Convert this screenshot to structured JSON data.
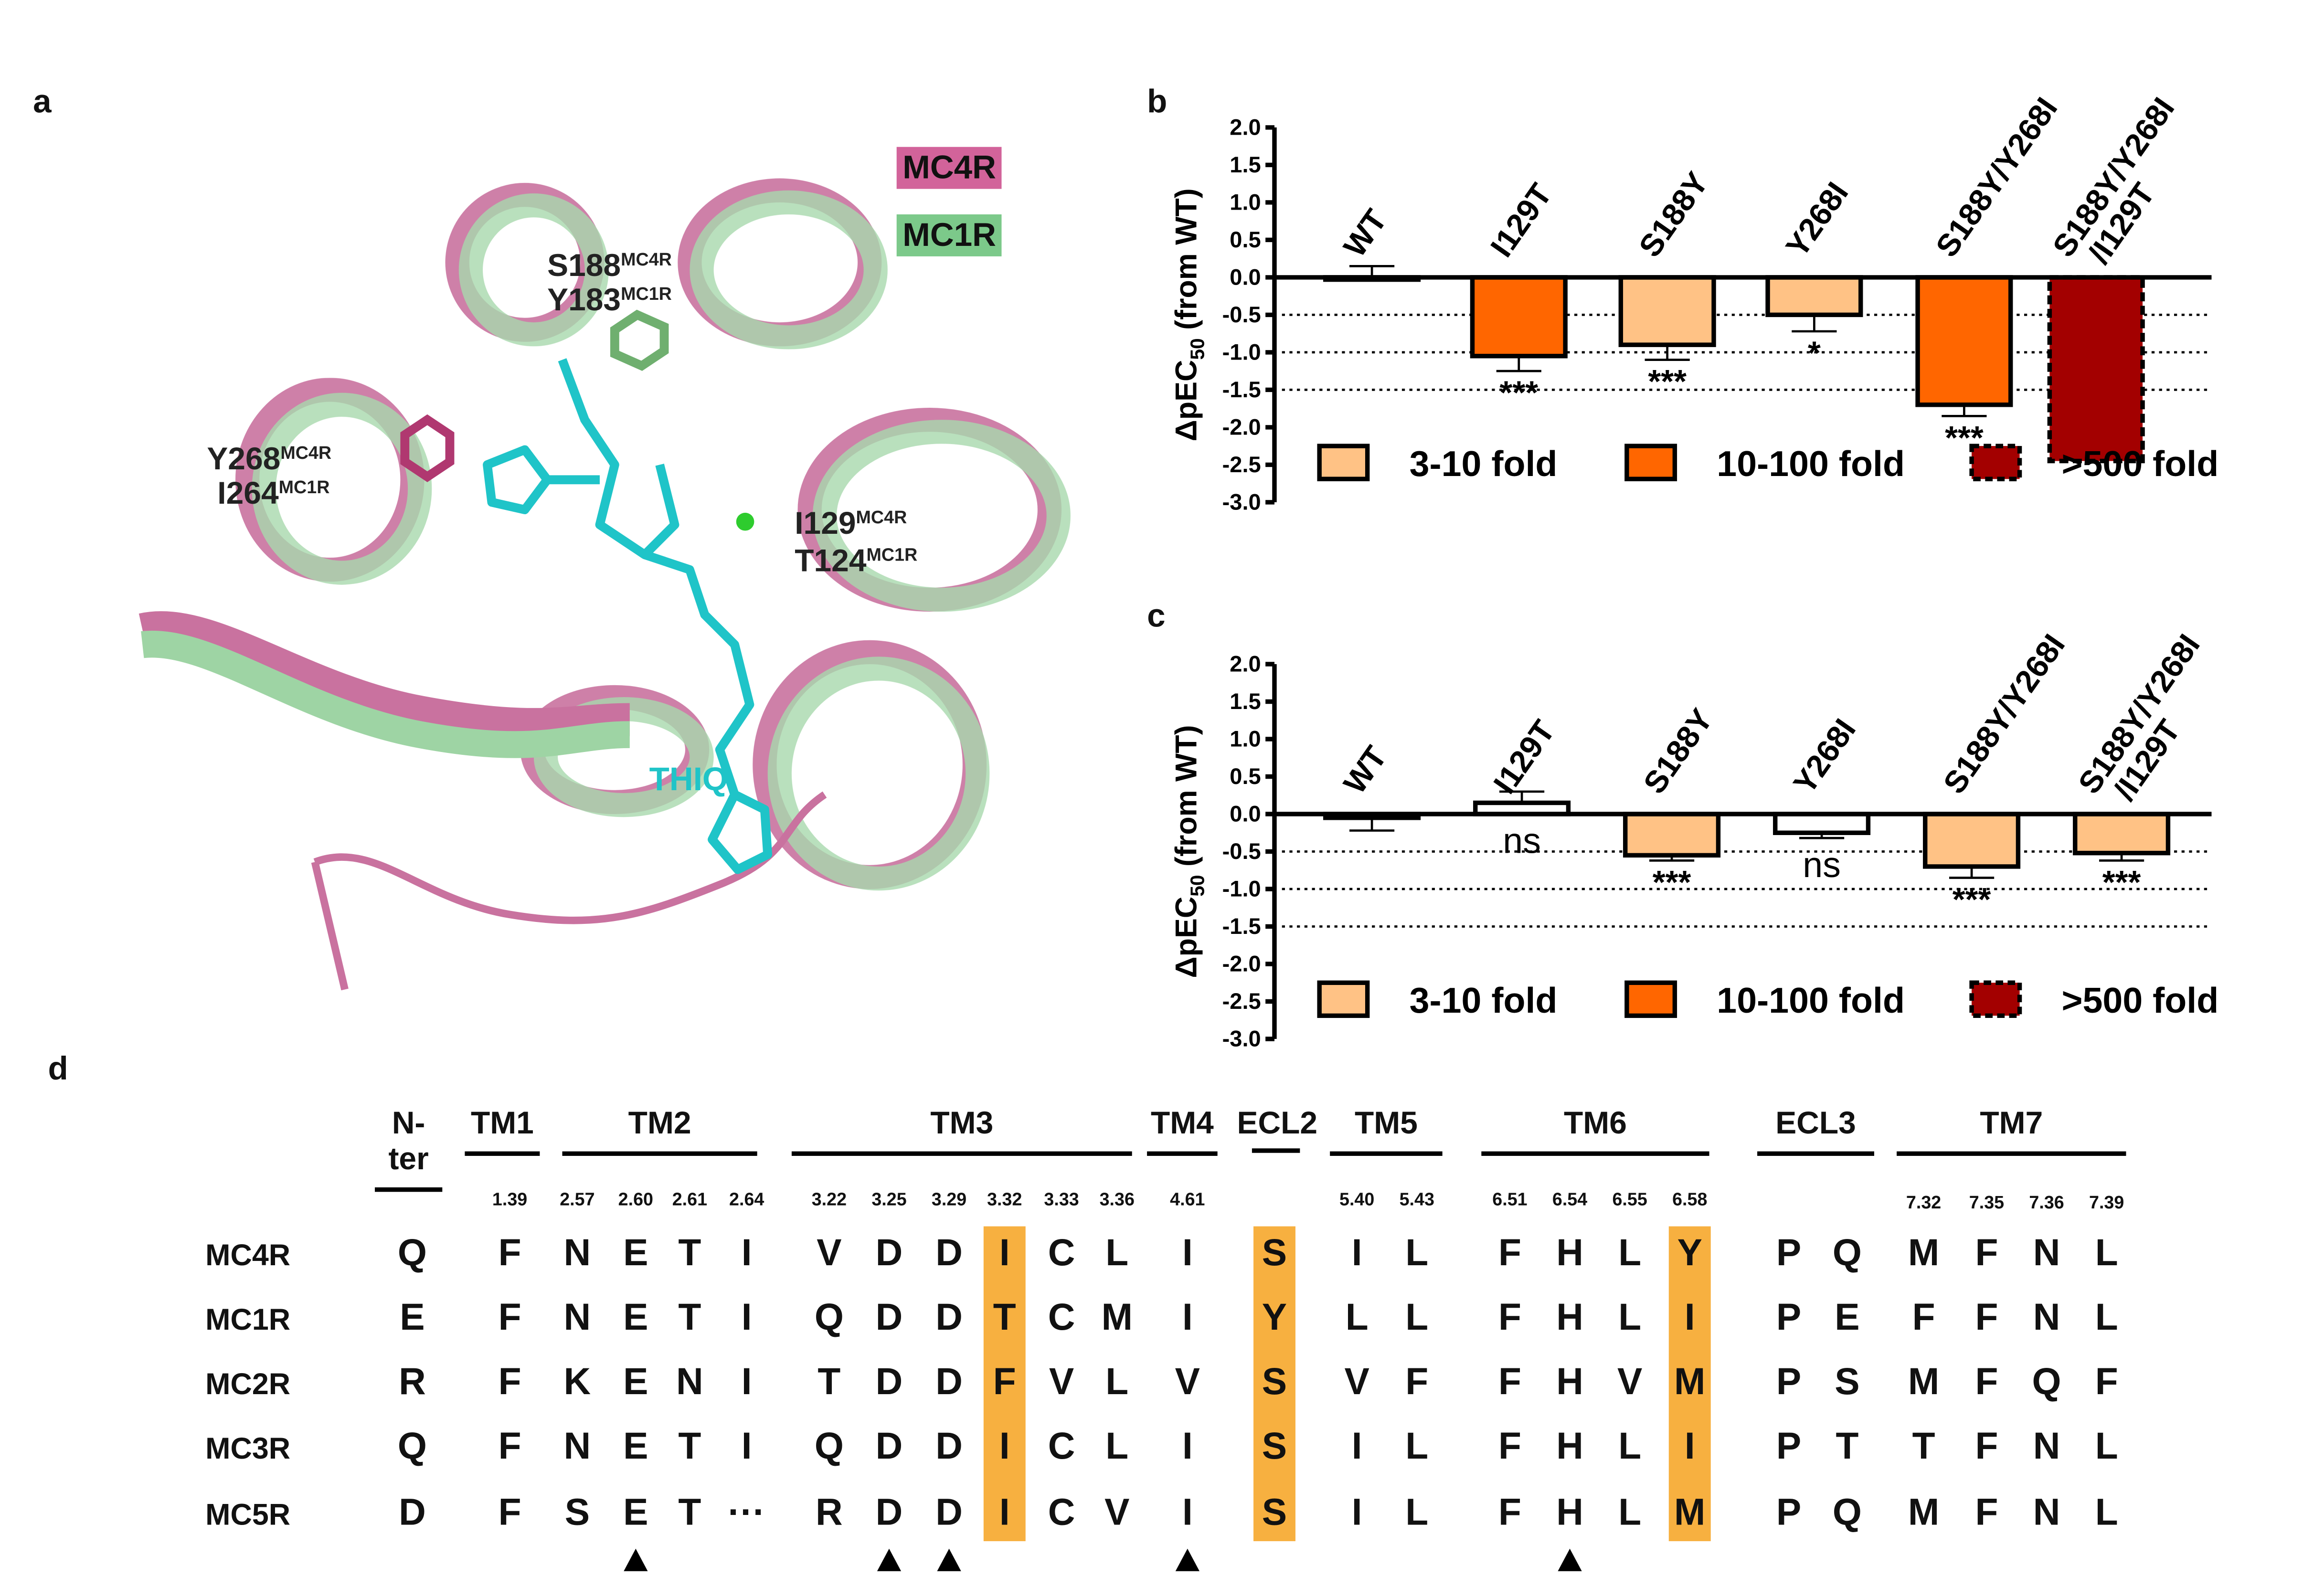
{
  "panels": {
    "a": "a",
    "b": "b",
    "c": "c",
    "d": "d"
  },
  "panel_a": {
    "legend": [
      {
        "label": "MC4R",
        "color": "#D2639A"
      },
      {
        "label": "MC1R",
        "color": "#7CC98A"
      }
    ],
    "residues": [
      {
        "main": "S188",
        "sup": "MC4R"
      },
      {
        "main": "Y183",
        "sup": "MC1R"
      },
      {
        "main": "Y268",
        "sup": "MC4R"
      },
      {
        "main": "I264",
        "sup": "MC1R"
      },
      {
        "main": "I129",
        "sup": "MC4R"
      },
      {
        "main": "T124",
        "sup": "MC1R"
      }
    ],
    "ligand_label": "THIQ",
    "colors": {
      "mc4r": "#C9729F",
      "mc1r": "#9ED4A4",
      "ligand": "#1FC4C8"
    }
  },
  "chart_data": [
    {
      "type": "bar",
      "panel": "b",
      "ylabel": "ΔpEC50 (from WT)",
      "ylim": [
        -3.0,
        2.0
      ],
      "yticks": [
        "2.0",
        "1.5",
        "1.0",
        "0.5",
        "0.0",
        "-0.5",
        "-1.0",
        "-1.5",
        "-2.0",
        "-2.5",
        "-3.0"
      ],
      "reference_lines": [
        -0.5,
        -1.0,
        -1.5
      ],
      "categories": [
        "WT",
        "I129T",
        "S188Y",
        "Y268I",
        "S188Y/Y268I",
        "S188Y/Y268I\n/I129T"
      ],
      "values": [
        0.0,
        -1.05,
        -0.9,
        -0.5,
        -1.7,
        -2.45
      ],
      "error_bars": [
        0.15,
        -1.25,
        -1.1,
        -0.72,
        -1.85,
        null
      ],
      "fold_class": [
        "none",
        "10-100",
        "3-10",
        "3-10",
        "10-100",
        ">500"
      ],
      "significance": [
        "",
        "***",
        "***",
        "*",
        "***",
        ""
      ],
      "legend": [
        {
          "label": "3-10 fold",
          "class": "3-10"
        },
        {
          "label": "10-100 fold",
          "class": "10-100"
        },
        {
          "label": ">500 fold",
          "class": ">500"
        }
      ],
      "colors": {
        "none": "#FFFFFF",
        "3-10": "#FFC285",
        "10-100": "#FF6600",
        ">500": "#A30000"
      }
    },
    {
      "type": "bar",
      "panel": "c",
      "ylabel": "ΔpEC50 (from WT)",
      "ylim": [
        -3.0,
        2.0
      ],
      "yticks": [
        "2.0",
        "1.5",
        "1.0",
        "0.5",
        "0.0",
        "-0.5",
        "-1.0",
        "-1.5",
        "-2.0",
        "-2.5",
        "-3.0"
      ],
      "reference_lines": [
        -0.5,
        -1.0,
        -1.5
      ],
      "categories": [
        "WT",
        "I129T",
        "S188Y",
        "Y268I",
        "S188Y/Y268I",
        "S188Y/Y268I\n/I129T"
      ],
      "values": [
        -0.05,
        0.15,
        -0.55,
        -0.25,
        -0.7,
        -0.52
      ],
      "error_bars": [
        -0.22,
        0.3,
        -0.62,
        -0.32,
        -0.85,
        -0.62
      ],
      "fold_class": [
        "none",
        "none",
        "3-10",
        "none",
        "3-10",
        "3-10"
      ],
      "significance": [
        "",
        "ns",
        "***",
        "ns",
        "***",
        "***"
      ],
      "legend": [
        {
          "label": "3-10 fold",
          "class": "3-10"
        },
        {
          "label": "10-100 fold",
          "class": "10-100"
        },
        {
          "label": ">500 fold",
          "class": ">500"
        }
      ],
      "colors": {
        "none": "#FFFFFF",
        "3-10": "#FFC285",
        "10-100": "#FF6600",
        ">500": "#A30000"
      }
    }
  ],
  "alignment": {
    "regions": [
      "N-ter",
      "TM1",
      "TM2",
      "TM3",
      "TM4",
      "ECL2",
      "TM5",
      "TM6",
      "ECL3",
      "TM7"
    ],
    "positions": [
      "",
      "1.39",
      "2.57",
      "2.60",
      "2.61",
      "2.64",
      "3.22",
      "3.25",
      "3.29",
      "3.32",
      "3.33",
      "3.36",
      "4.61",
      "",
      "5.40",
      "5.43",
      "6.51",
      "6.54",
      "6.55",
      "6.58",
      "",
      "",
      "7.32",
      "7.35",
      "7.36",
      "7.39"
    ],
    "rows": [
      {
        "name": "MC4R",
        "residues": [
          "Q",
          "F",
          "N",
          "E",
          "T",
          "I",
          "V",
          "D",
          "D",
          "I",
          "C",
          "L",
          "I",
          "S",
          "I",
          "L",
          "F",
          "H",
          "L",
          "Y",
          "P",
          "Q",
          "M",
          "F",
          "N",
          "L"
        ]
      },
      {
        "name": "MC1R",
        "residues": [
          "E",
          "F",
          "N",
          "E",
          "T",
          "I",
          "Q",
          "D",
          "D",
          "T",
          "C",
          "M",
          "I",
          "Y",
          "L",
          "L",
          "F",
          "H",
          "L",
          "I",
          "P",
          "E",
          "F",
          "F",
          "N",
          "L"
        ]
      },
      {
        "name": "MC2R",
        "residues": [
          "R",
          "F",
          "K",
          "E",
          "N",
          "I",
          "T",
          "D",
          "D",
          "F",
          "V",
          "L",
          "V",
          "S",
          "V",
          "F",
          "F",
          "H",
          "V",
          "M",
          "P",
          "S",
          "M",
          "F",
          "Q",
          "F"
        ]
      },
      {
        "name": "MC3R",
        "residues": [
          "Q",
          "F",
          "N",
          "E",
          "T",
          "I",
          "Q",
          "D",
          "D",
          "I",
          "C",
          "L",
          "I",
          "S",
          "I",
          "L",
          "F",
          "H",
          "L",
          "I",
          "P",
          "T",
          "T",
          "F",
          "N",
          "L"
        ]
      },
      {
        "name": "MC5R",
        "residues": [
          "D",
          "F",
          "S",
          "E",
          "T",
          "···",
          "R",
          "D",
          "D",
          "I",
          "C",
          "V",
          "I",
          "S",
          "I",
          "L",
          "F",
          "H",
          "L",
          "M",
          "P",
          "Q",
          "M",
          "F",
          "N",
          "L"
        ]
      }
    ],
    "highlight_columns": [
      9,
      13,
      19
    ],
    "marked_columns": [
      3,
      7,
      8,
      12,
      17
    ],
    "highlight_color": "#F7B040"
  }
}
